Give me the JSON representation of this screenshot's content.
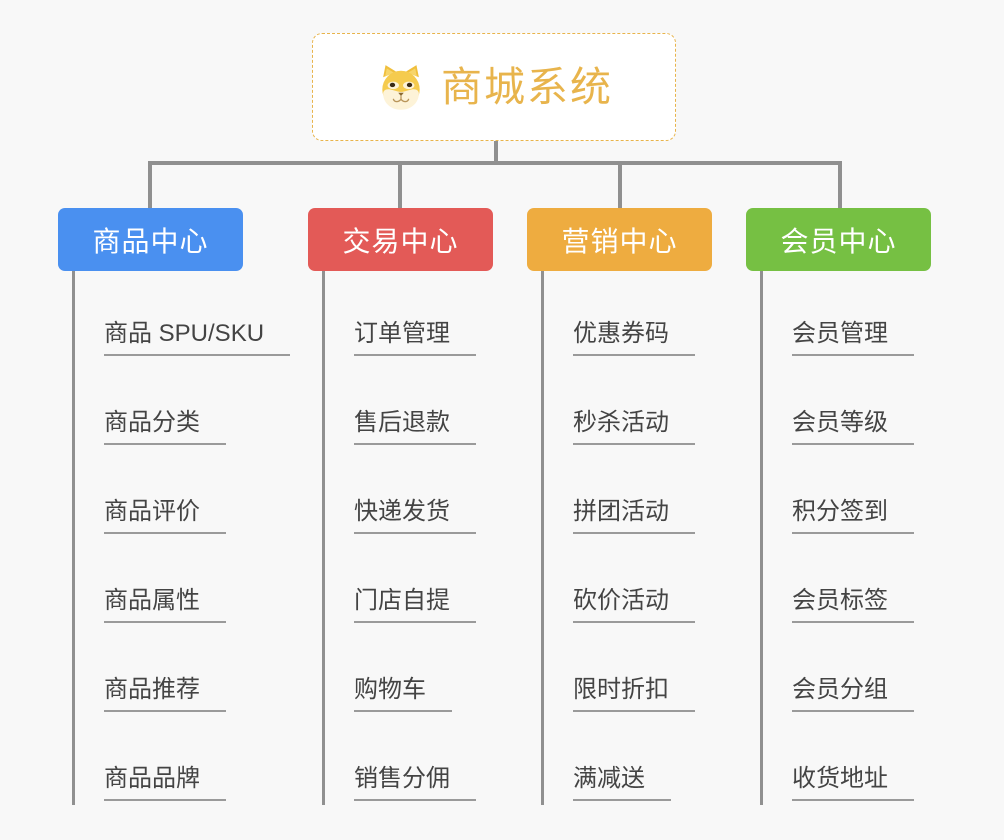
{
  "page": {
    "background_color": "#f8f8f8",
    "line_color": "#909090"
  },
  "root": {
    "title": "商城系统",
    "icon": "shiba-dog-face-icon",
    "text_color": "#e8b44c",
    "border_color": "#e8b44c",
    "background_color": "#ffffff"
  },
  "columns": [
    {
      "title": "商品中心",
      "color": "#4a90F0",
      "items": [
        "商品 SPU/SKU",
        "商品分类",
        "商品评价",
        "商品属性",
        "商品推荐",
        "商品品牌"
      ]
    },
    {
      "title": "交易中心",
      "color": "#e35a57",
      "items": [
        "订单管理",
        "售后退款",
        "快递发货",
        "门店自提",
        "购物车",
        "销售分佣"
      ]
    },
    {
      "title": "营销中心",
      "color": "#eeac40",
      "items": [
        "优惠券码",
        "秒杀活动",
        "拼团活动",
        "砍价活动",
        "限时折扣",
        "满减送"
      ]
    },
    {
      "title": "会员中心",
      "color": "#76c043",
      "items": [
        "会员管理",
        "会员等级",
        "积分签到",
        "会员标签",
        "会员分组",
        "收货地址"
      ]
    }
  ]
}
